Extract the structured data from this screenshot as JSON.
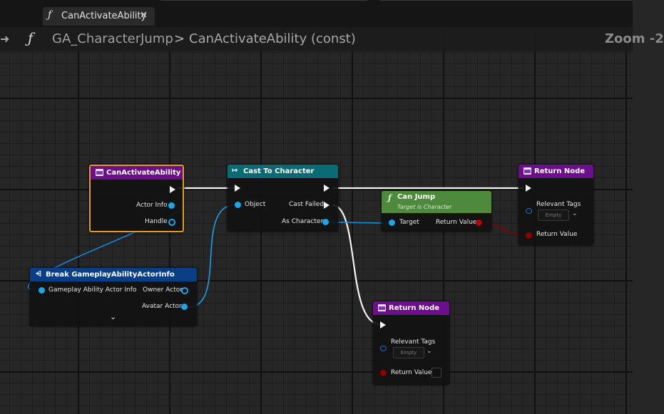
{
  "tab": {
    "icon": "function-icon",
    "label": "CanActivateAbility",
    "close_glyph": "✕"
  },
  "breadcrumb": {
    "blueprint": "GA_CharacterJump",
    "separator": ">",
    "function": "CanActivateAbility (const)",
    "zoom": "Zoom -2"
  },
  "nodes": {
    "can_activate": {
      "title": "CanActivateAbility",
      "actor_info": "Actor Info",
      "handle": "Handle"
    },
    "cast": {
      "title": "Cast To Character",
      "object": "Object",
      "cast_failed": "Cast Failed",
      "as_character": "As Character"
    },
    "can_jump": {
      "title": "Can Jump",
      "subtitle": "Target is Character",
      "target": "Target",
      "return_value": "Return Value"
    },
    "return_top": {
      "title": "Return Node",
      "relevant_tags": "Relevant Tags",
      "empty": "Empty",
      "return_value": "Return Value"
    },
    "break_info": {
      "title": "Break GameplayAbilityActorInfo",
      "input": "Gameplay Ability Actor Info",
      "owner_actor": "Owner Actor",
      "avatar_actor": "Avatar Actor",
      "expand_glyph": "⌄"
    },
    "return_bottom": {
      "title": "Return Node",
      "relevant_tags": "Relevant Tags",
      "empty": "Empty",
      "return_value": "Return Value"
    }
  },
  "colors": {
    "function_header": "#6d0f8c",
    "cast_header": "#0c6a72",
    "pure_header": "#4e8a3d",
    "struct_header": "#0a3f86",
    "selected_border": "#e89a1c",
    "object_pin": "#1aa6e8",
    "bool_pin": "#8c0000"
  }
}
